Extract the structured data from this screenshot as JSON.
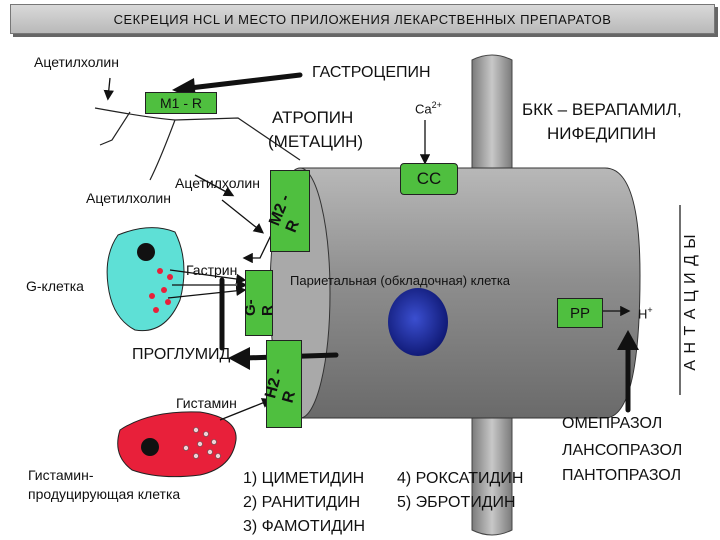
{
  "title": "СЕКРЕЦИЯ HCL  И  МЕСТО ПРИЛОЖЕНИЯ  ЛЕКАРСТВЕННЫХ ПРЕПАРАТОВ",
  "labels": {
    "acetylcholine_top": "Ацетилхолин",
    "gastrocepin": "ГАСТРОЦЕПИН",
    "m1_receptor": "M1 - R",
    "atropine": "АТРОПИН",
    "metacin": "(МЕТАЦИН)",
    "ca": "Ca",
    "ca_sup": "2+",
    "ccb_line1": "БКК – ВЕРАПАМИЛ,",
    "ccb_line2": "НИФЕДИПИН",
    "cc": "CC",
    "acetylcholine_mid1": "Ацетилхолин",
    "acetylcholine_mid2": "Ацетилхолин",
    "m2_receptor": "M2 - R",
    "antacids": "А Н Т А Ц И Д Ы",
    "gastrin": "Гастрин",
    "g_cell": "G-клетка",
    "g_receptor": "G-R",
    "parietal_cell": "Париетальная (обкладочная) клетка",
    "pp": "PP",
    "h_ion": "H",
    "h_sup": "+",
    "proglumide": "ПРОГЛУМИД",
    "h2_receptor": "H2 - R",
    "histamine": "Гистамин",
    "histamine_cell_1": "Гистамин-",
    "histamine_cell_2": "продуцирующая   клетка",
    "omeprazole": "ОМЕПРАЗОЛ",
    "lansoprazole": "ЛАНСОПРАЗОЛ",
    "pantoprazole": "ПАНТОПРАЗОЛ",
    "drug1": "1) ЦИМЕТИДИН",
    "drug2": "2) РАНИТИДИН",
    "drug3": "3) ФАМОТИДИН",
    "drug4": "4) РОКСАТИДИН",
    "drug5": "5) ЭБРОТИДИН"
  },
  "colors": {
    "receptor_green": "#4fbf3f",
    "g_cell_cyan": "#5ee0d6",
    "histamine_cell_red": "#e8203a",
    "nucleus_blue": "#1a2a9a",
    "cylinder_grey": "#8a8a8a"
  }
}
